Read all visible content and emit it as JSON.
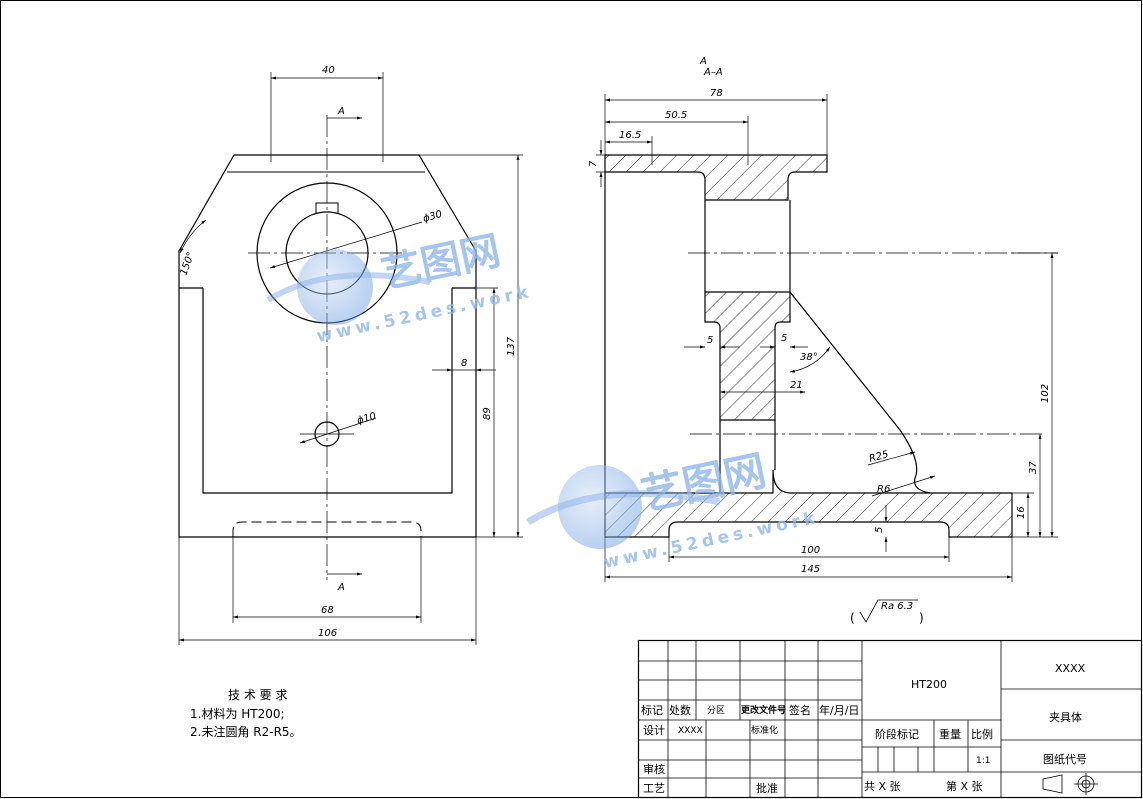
{
  "front_view": {
    "dim_top_width": "40",
    "dim_bore": "ϕ30",
    "dim_chamfer_angle": "150°",
    "dim_wall": "8",
    "dim_height_total": "137",
    "dim_inner_height": "89",
    "dim_small_hole": "ϕ10",
    "dim_slot_width": "68",
    "dim_overall_width": "106",
    "section_label_top": "A",
    "section_label_bottom": "A"
  },
  "section_view": {
    "title_letter": "A",
    "title": "A–A",
    "dim_overall_top": "78",
    "dim_505": "50.5",
    "dim_165": "16.5",
    "dim_flange_thk": "7",
    "dim_left_5": "5",
    "dim_right_5": "5",
    "dim_angle": "38°",
    "dim_21": "21",
    "dim_height_102": "102",
    "dim_r25": "R25",
    "dim_r6": "R6",
    "dim_37": "37",
    "dim_16": "16",
    "dim_5_base": "5",
    "dim_100": "100",
    "dim_145": "145"
  },
  "surface_finish": {
    "open": "(",
    "value": "Ra 6.3",
    "close": ")"
  },
  "tech_requirements": {
    "title": "技 术 要 求",
    "line1": "1.材料为 HT200;",
    "line2": "2.未注圆角 R2-R5。"
  },
  "watermark": {
    "cn": "艺图网",
    "url": "www.52des.work"
  },
  "title_block": {
    "material": "HT200",
    "company": "XXXX",
    "part_name": "夹具体",
    "drawing_no_label": "图纸代号",
    "hdr_mark": "标记",
    "hdr_count": "处数",
    "hdr_zone": "分区",
    "hdr_change_doc": "更改文件号",
    "hdr_sign": "签名",
    "hdr_date": "年/月/日",
    "design_label": "设计",
    "design_value": "XXXX",
    "standard_label": "标准化",
    "stage_label": "阶段标记",
    "weight_label": "重量",
    "scale_label": "比例",
    "scale_value": "1:1",
    "review_label": "审核",
    "process_label": "工艺",
    "approve_label": "批准",
    "total_sheets": "共  X  张",
    "sheet_no": "第  X  张"
  }
}
